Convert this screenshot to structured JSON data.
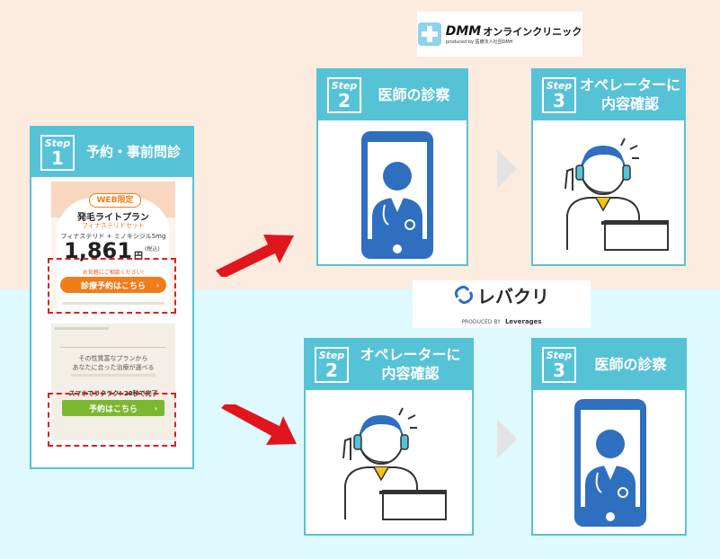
{
  "colors": {
    "accent": "#56c2d6",
    "arrow": "#e0161c",
    "orange_button": "#f07d1a",
    "green_button": "#7cb82f",
    "phone_blue": "#2f6fc0",
    "top_background": "#fcebdf",
    "bottom_background": "#defaff"
  },
  "step1": {
    "step_word": "Step",
    "step_number": "1",
    "title": "予約・事前問診",
    "mock_top": {
      "badge": "WEB限定",
      "plan_name": "発毛ライトプラン",
      "plan_sub": "フィナステリドセット",
      "drug_line": "フィナステリド + ミノキシジル5mg",
      "price": "1,861",
      "price_unit": "円",
      "price_note": "(税込)",
      "consult_note": "お気軽にご相談ください!",
      "button_label": "診療予約はこちら",
      "button_icon": "chevron-right-icon"
    },
    "mock_bottom": {
      "lead_line1": "その性質富なプランから",
      "lead_line2": "あなたに合った治療が選べる",
      "note": "スマホでラクラク! 20秒で完了",
      "button_label": "予約はこちら",
      "button_icon": "chevron-right-icon"
    }
  },
  "dmm": {
    "logo_icon": "dmm-clinic-logo-icon",
    "brand": "DMM",
    "name": "オンラインクリニック",
    "produced_by": "produced by 医療法人社団DMH",
    "step2": {
      "step_word": "Step",
      "step_number": "2",
      "title": "医師の診察",
      "icon": "doctor-phone-icon"
    },
    "step3": {
      "step_word": "Step",
      "step_number": "3",
      "title_line1": "オペレーターに",
      "title_line2": "内容確認",
      "icon": "operator-headset-icon"
    }
  },
  "lever": {
    "logo_icon": "leverages-logo-icon",
    "name": "レバクリ",
    "produced_by": "PRODUCED BY",
    "produced_company": "Leverages",
    "step2": {
      "step_word": "Step",
      "step_number": "2",
      "title_line1": "オペレーターに",
      "title_line2": "内容確認",
      "icon": "operator-headset-icon"
    },
    "step3": {
      "step_word": "Step",
      "step_number": "3",
      "title": "医師の診察",
      "icon": "doctor-phone-icon"
    }
  }
}
